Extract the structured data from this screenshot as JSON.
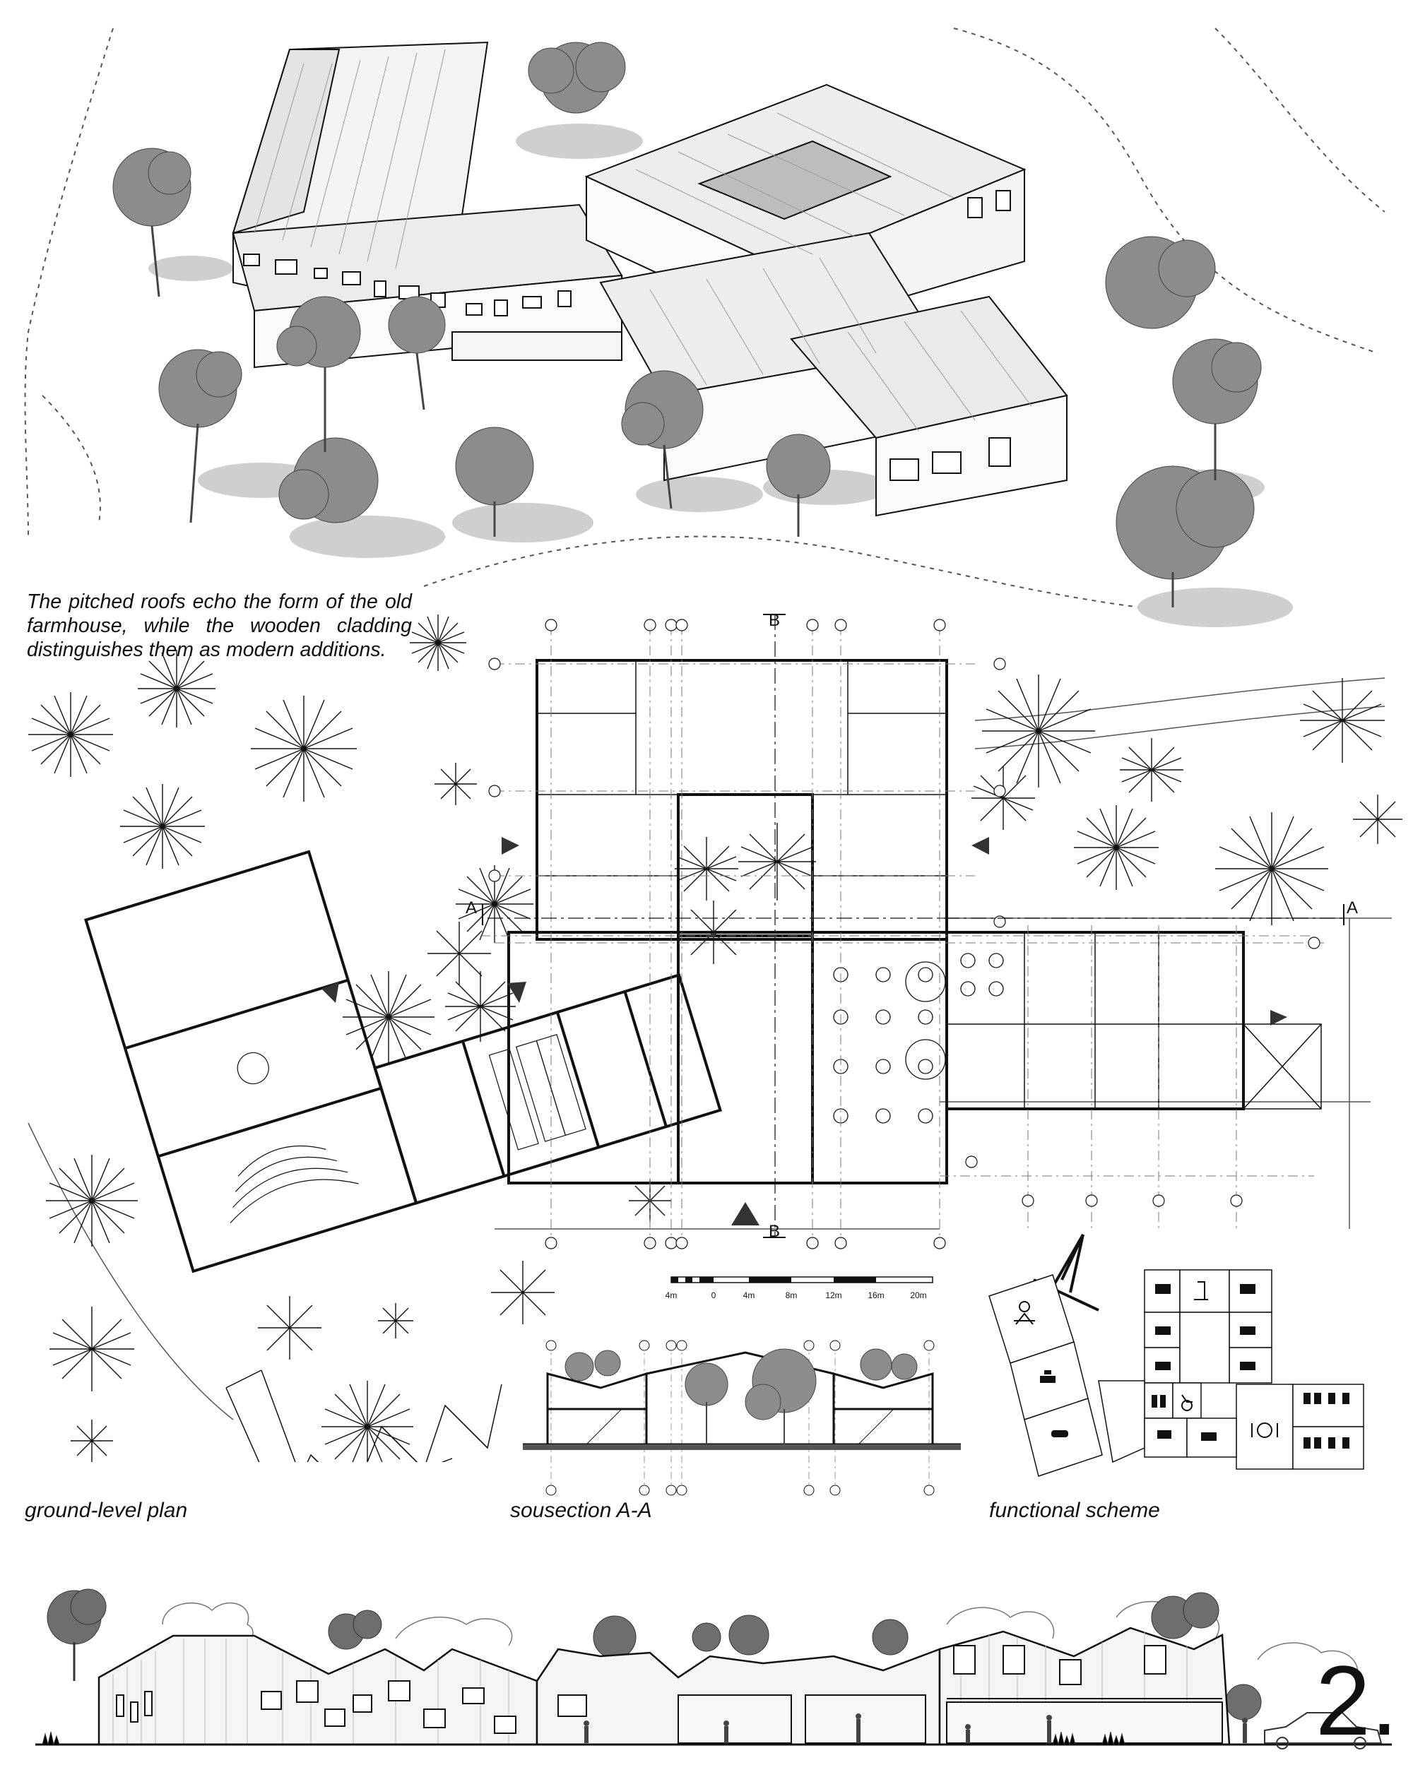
{
  "intro_text": "The pitched roofs echo the form of the old farmhouse, while the wooden cladding distinguishes them as modern additions.",
  "captions": {
    "plan": "ground-level plan",
    "section": "sousection A-A",
    "scheme": "functional scheme"
  },
  "sheet_number": "2.",
  "section_marks": {
    "a_left": "A",
    "a_right": "A",
    "b_top": "B",
    "b_bottom": "B"
  },
  "scale_bar": {
    "labels": [
      "4m",
      "0",
      "4m",
      "8m",
      "12m",
      "16m",
      "20m"
    ]
  },
  "icons": [
    "north-arrow-icon",
    "section-arrow-icon",
    "tree-icon",
    "person-figure-icon",
    "car-icon",
    "yoga-icon",
    "bed-icon",
    "bathroom-icon",
    "dining-icon",
    "accessibility-icon"
  ],
  "colors": {
    "ink": "#111111",
    "hatch": "#888888",
    "shadow": "#cfcfcf",
    "foliage": "#8c8c8c",
    "arrow": "#333333"
  }
}
